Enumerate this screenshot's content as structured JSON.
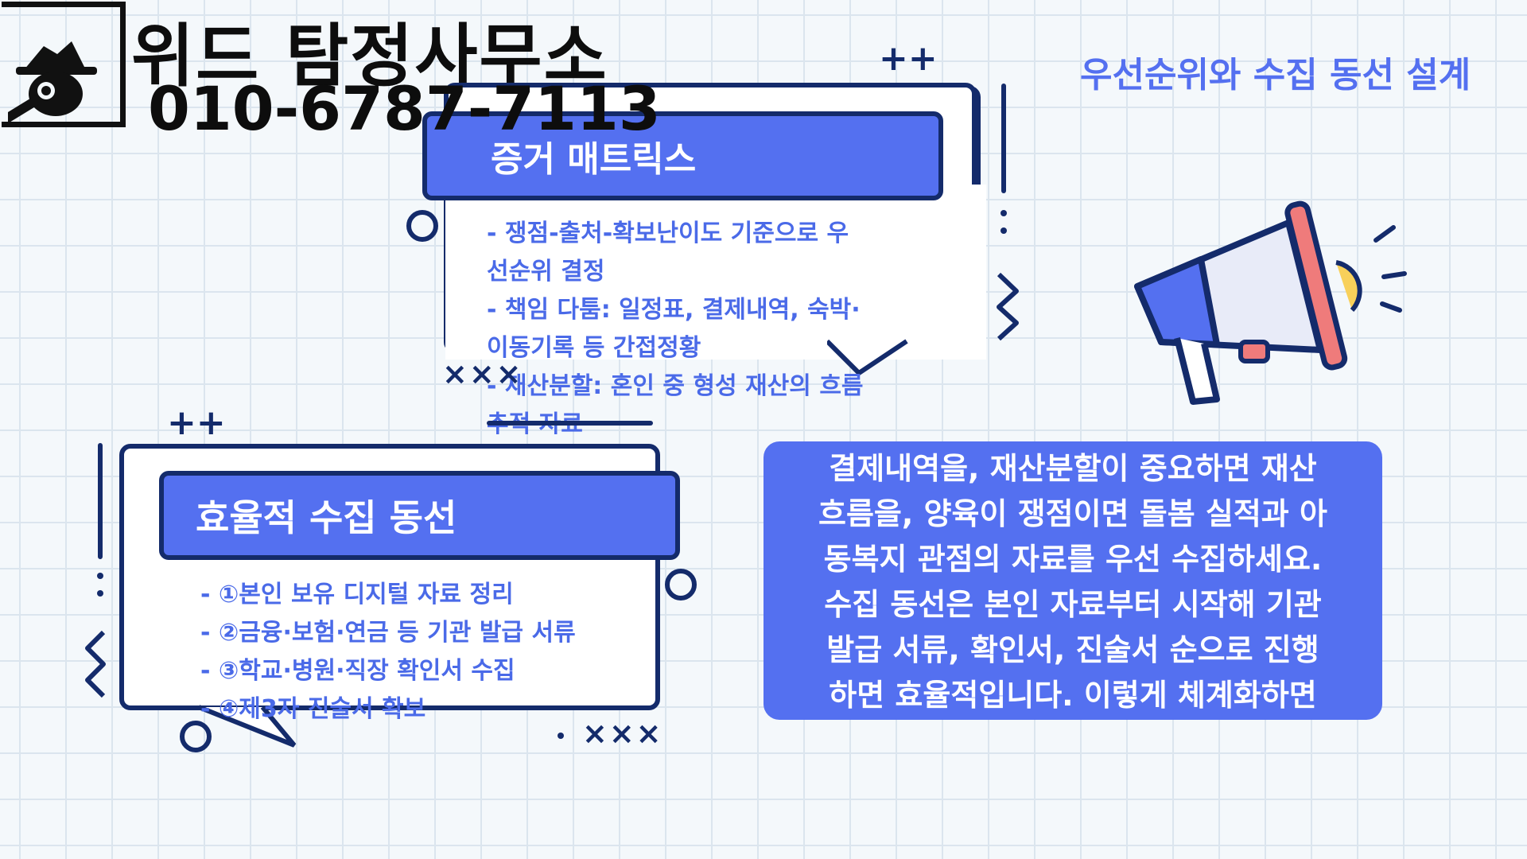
{
  "brand": {
    "name": "위드 탐정사무소",
    "phone": "010-6787-7113"
  },
  "page_title": "우선순위와 수집 동선 설계",
  "evidence_matrix": {
    "heading": "증거 매트릭스",
    "lines": [
      "- 쟁점-출처-확보난이도 기준으로 우",
      "선순위 결정",
      "- 책임 다툼: 일정표, 결제내역, 숙박·",
      "이동기록 등 간접정황",
      "- 재산분할: 혼인 중 형성 재산의 흐름",
      "추적 자료"
    ]
  },
  "collection_route": {
    "heading": "효율적 수집 동선",
    "lines": [
      "- ①본인 보유 디지털 자료 정리",
      "- ②금융·보험·연금 등 기관 발급 서류",
      "- ③학교·병원·직장 확인서 수집",
      "- ④제3자 진술서 확보"
    ]
  },
  "explanation": {
    "lines": [
      "결제내역을, 재산분할이 중요하면 재산",
      "흐름을, 양육이 쟁점이면 돌봄 실적과 아",
      "동복지 관점의 자료를 우선 수집하세요.",
      "수집 동선은 본인 자료부터 시작해 기관",
      "발급 서류, 확인서, 진술서 순으로 진행",
      "하면 효율적입니다. 이렇게 체계화하면"
    ]
  },
  "decorations": {
    "plus": "++",
    "cross": "×××"
  },
  "colors": {
    "accent": "#5470f0",
    "navy": "#142b6b",
    "coral": "#ef7b7b",
    "yellow": "#f8d05a",
    "grid_bg": "#f4f8fb"
  }
}
